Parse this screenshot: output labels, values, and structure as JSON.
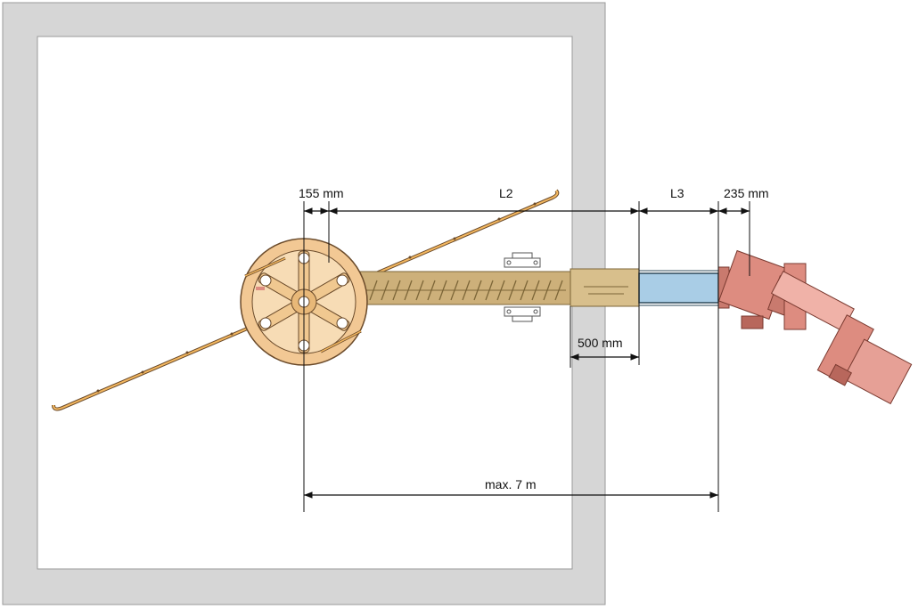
{
  "dimensions": {
    "d155": "155 mm",
    "l2": "L2",
    "l3": "L3",
    "d235": "235 mm",
    "d500": "500 mm",
    "max": "max. 7 m"
  },
  "colors": {
    "wall": "#d6d6d6",
    "wall_edge": "#9a9a9a",
    "floor": "#ffffff",
    "sweep_wood": "#f2c894",
    "sweep_edge": "#6a4a2a",
    "screw_body": "#cdb07a",
    "screw_dark": "#9c8150",
    "blue_section": "#a9cde6",
    "motor": "#dd8c80",
    "motor_dark": "#b8675c",
    "dim_line": "#111111"
  }
}
